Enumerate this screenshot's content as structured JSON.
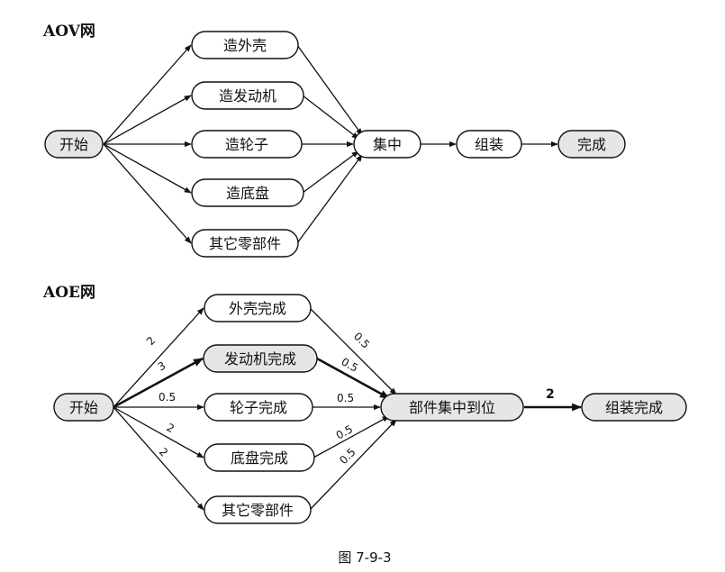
{
  "aov": {
    "title": "AOV网",
    "nodes": {
      "start": "开始",
      "shell": "造外壳",
      "engine": "造发动机",
      "wheel": "造轮子",
      "chassis": "造底盘",
      "other": "其它零部件",
      "gather": "集中",
      "assemble": "组装",
      "done": "完成"
    }
  },
  "aoe": {
    "title": "AOE网",
    "nodes": {
      "start": "开始",
      "shell": "外壳完成",
      "engine": "发动机完成",
      "wheel": "轮子完成",
      "chassis": "底盘完成",
      "other": "其它零部件",
      "gather": "部件集中到位",
      "assemble": "组装完成"
    },
    "weights": {
      "start_shell": "2",
      "start_engine": "3",
      "start_wheel": "0.5",
      "start_chassis": "2",
      "start_other": "2",
      "shell_gather": "0.5",
      "engine_gather": "0.5",
      "wheel_gather": "0.5",
      "chassis_gather": "0.5",
      "other_gather": "0.5",
      "gather_assemble": "2"
    }
  },
  "caption": "图 7-9-3"
}
